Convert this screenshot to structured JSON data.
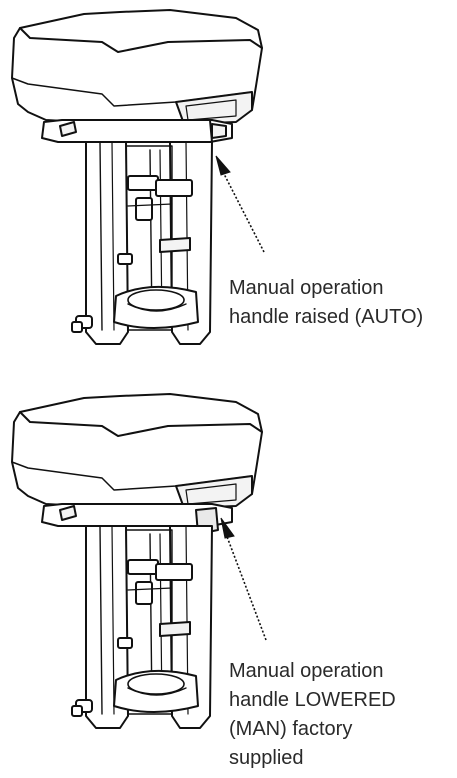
{
  "figures": [
    {
      "state": "auto",
      "caption_lines": [
        "Manual operation",
        "handle raised (AUTO)"
      ]
    },
    {
      "state": "manual",
      "caption_lines": [
        "Manual operation",
        "handle LOWERED",
        "(MAN) factory",
        "supplied"
      ]
    }
  ],
  "colors": {
    "line": "#111111",
    "fill": "#ffffff",
    "shade": "#d9d9d9"
  }
}
